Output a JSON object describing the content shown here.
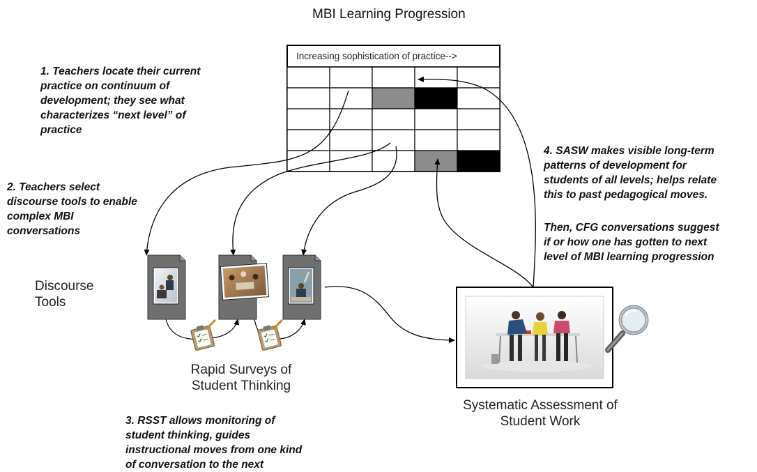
{
  "title": "MBI Learning Progression",
  "grid": {
    "header": "Increasing sophistication of practice-->",
    "columns": 5,
    "rows": 5,
    "highlights": [
      {
        "row": 1,
        "col": 2,
        "shade": "gray"
      },
      {
        "row": 1,
        "col": 3,
        "shade": "black"
      },
      {
        "row": 4,
        "col": 3,
        "shade": "gray"
      },
      {
        "row": 4,
        "col": 4,
        "shade": "black"
      }
    ]
  },
  "notes": {
    "n1": "1. Teachers locate their current\npractice on continuum of\ndevelopment; they see what\ncharacterizes “next level” of\npractice",
    "n2": "2. Teachers select\ndiscourse tools to enable\ncomplex MBI\nconversations",
    "n3": "3. RSST allows monitoring of\nstudent thinking, guides\ninstructional moves from one kind\nof conversation to the next",
    "n4a": "4. SASW makes visible long-term\npatterns of development for\nstudents of all levels; helps relate\nthis to past pedagogical moves.",
    "n4b": "Then, CFG conversations suggest\nif or how one has gotten to next\nlevel of MBI learning progression"
  },
  "labels": {
    "discourse_tools": "Discourse\nTools",
    "rapid_surveys": "Rapid Surveys of\nStudent Thinking",
    "systematic": "Systematic Assessment of\nStudent Work"
  },
  "colors": {
    "gray": "#8c8c8c",
    "black": "#000000",
    "doc": "#6f6f6f"
  },
  "icons": {
    "doc_photos": [
      "classroom-photo",
      "classroom-photo",
      "classroom-photo"
    ],
    "clipboard": "clipboard-checklist-icon",
    "magnifier": "magnifying-glass-icon"
  }
}
